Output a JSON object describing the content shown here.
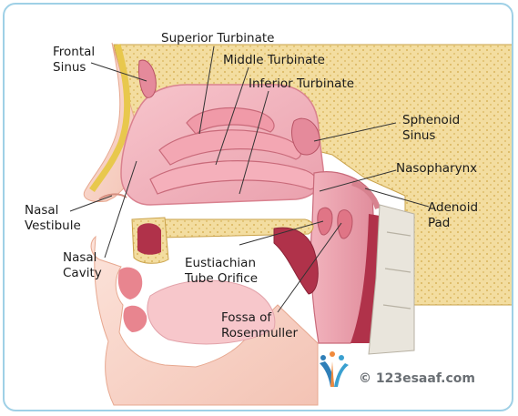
{
  "labels": {
    "frontal_sinus": [
      "Frontal",
      "Sinus"
    ],
    "superior_turbinate": "Superior Turbinate",
    "middle_turbinate": "Middle Turbinate",
    "inferior_turbinate": "Inferior Turbinate",
    "sphenoid_sinus": [
      "Sphenoid",
      "Sinus"
    ],
    "nasopharynx": "Nasopharynx",
    "adenoid_pad": [
      "Adenoid",
      "Pad"
    ],
    "nasal_vestibule": [
      "Nasal",
      "Vestibule"
    ],
    "nasal_cavity": [
      "Nasal",
      "Cavity"
    ],
    "eustachian_tube_orifice": [
      "Eustiachian",
      "Tube Orifice"
    ],
    "fossa_of_rosenmuller": [
      "Fossa of",
      "Rosenmuller"
    ]
  },
  "watermark": {
    "text": "© 123esaaf.com",
    "logo_colors": [
      "#2f7fb8",
      "#f08a3c",
      "#3aa0d0",
      "#f2a35c"
    ]
  },
  "colors": {
    "border": "#9fd0e6",
    "bone": "#f3dda0",
    "bone_dots": "#d9b55c",
    "mucosa": "#f4b6c0",
    "mucosa_dark": "#e58a9b",
    "skin": "#fbd9cf",
    "muscle": "#b0324a"
  }
}
